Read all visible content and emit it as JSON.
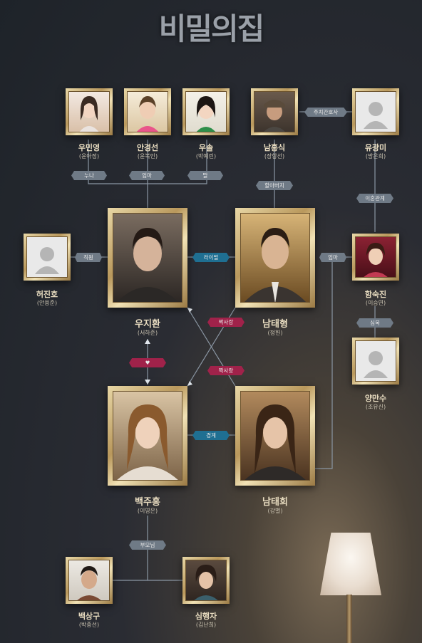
{
  "title": "비밀의집",
  "people": {
    "woominyoung": {
      "name": "우민영",
      "actor": "(윤아정)"
    },
    "ankyungsun": {
      "name": "안경선",
      "actor": "(윤복인)"
    },
    "wusol": {
      "name": "우솔",
      "actor": "(박예린)"
    },
    "namheungsik": {
      "name": "남흥식",
      "actor": "(장항선)"
    },
    "yukwangmi": {
      "name": "유광미",
      "actor": "(방은희)"
    },
    "heojinho": {
      "name": "허진호",
      "actor": "(안용준)"
    },
    "wujihwan": {
      "name": "우지환",
      "actor": "(서하준)"
    },
    "namtaehyung": {
      "name": "남태형",
      "actor": "(정헌)"
    },
    "hamsukjin": {
      "name": "함숙진",
      "actor": "(이승연)"
    },
    "yangmansu": {
      "name": "양만수",
      "actor": "(조유신)"
    },
    "baekjuhong": {
      "name": "백주홍",
      "actor": "(이영은)"
    },
    "namtaehee": {
      "name": "남태희",
      "actor": "(강별)"
    },
    "baeksanggu": {
      "name": "백상구",
      "actor": "(박중선)"
    },
    "simhaengja": {
      "name": "심행자",
      "actor": "(김난희)"
    }
  },
  "relations": {
    "nuna": "누나",
    "umma1": "엄마",
    "ttal": "딸",
    "nurse": "주치간호사",
    "grandpa": "할아버지",
    "divorce": "이혼관계",
    "employee": "직원",
    "rival": "라이벌",
    "umma2": "엄마",
    "crush1": "짝사랑",
    "crush2": "짝사랑",
    "heart": "♥",
    "simbok": "심복",
    "rivalry": "경계",
    "parents": "부모님"
  },
  "colors": {
    "line": "#8a96a3",
    "tag_gray": "#6f7a86",
    "tag_teal": "#1f6f92",
    "tag_red": "#a0224a",
    "frame_gold": "#c9a968"
  }
}
